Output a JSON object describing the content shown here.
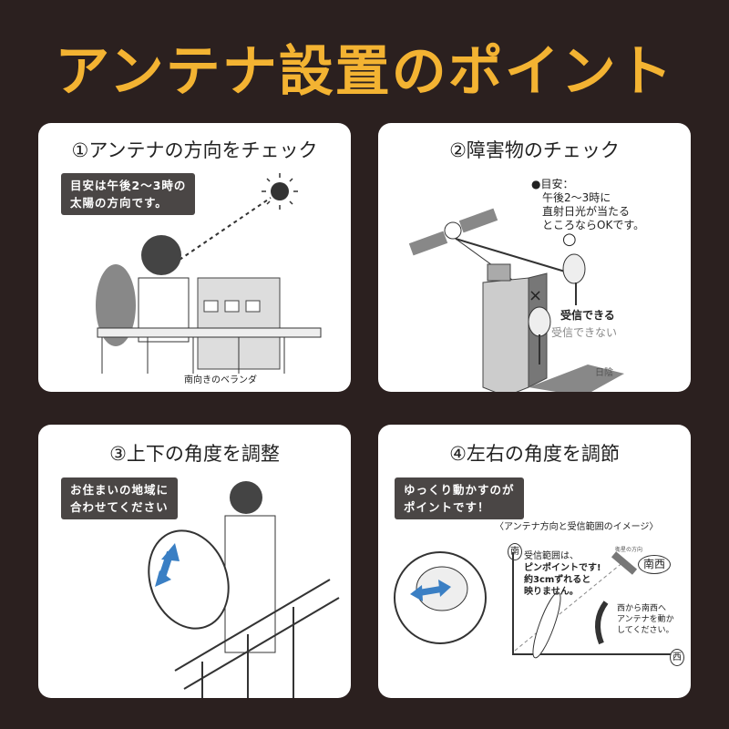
{
  "title": "アンテナ設置のポイント",
  "colors": {
    "background": "#2b201f",
    "title": "#f3b332",
    "accent_arrow": "#3a7fc4"
  },
  "panels": [
    {
      "heading": "①アンテナの方向をチェック",
      "note": [
        "目安は午後2〜3時の",
        "太陽の方向です。"
      ],
      "caption": "南向きのベランダ"
    },
    {
      "heading": "②障害物のチェック",
      "note": [
        "●目安：",
        "午後2〜3時に",
        "直射日光が当たる",
        "ところならOKです。"
      ],
      "ok_mark": "○",
      "ng_mark": "×",
      "ok_label": "受信できる",
      "ng_label": "受信できない",
      "shadow_label": "日陰"
    },
    {
      "heading": "③上下の角度を調整",
      "note": [
        "お住まいの地域に",
        "合わせてください"
      ]
    },
    {
      "heading": "④左右の角度を調節",
      "note": [
        "ゆっくり動かすのが",
        "ポイントです！"
      ],
      "diagram_title": "〈アンテナ方向と受信範囲のイメージ〉",
      "south": "南",
      "west": "西",
      "southwest": "南西",
      "satellite_dir": "衛星の方向",
      "range_text": [
        "受信範囲は、",
        "ピンポイントです!",
        "約3cmずれると",
        "映りません。"
      ],
      "instruction": [
        "西から南西へ",
        "アンテナを動か",
        "してください。"
      ]
    }
  ]
}
